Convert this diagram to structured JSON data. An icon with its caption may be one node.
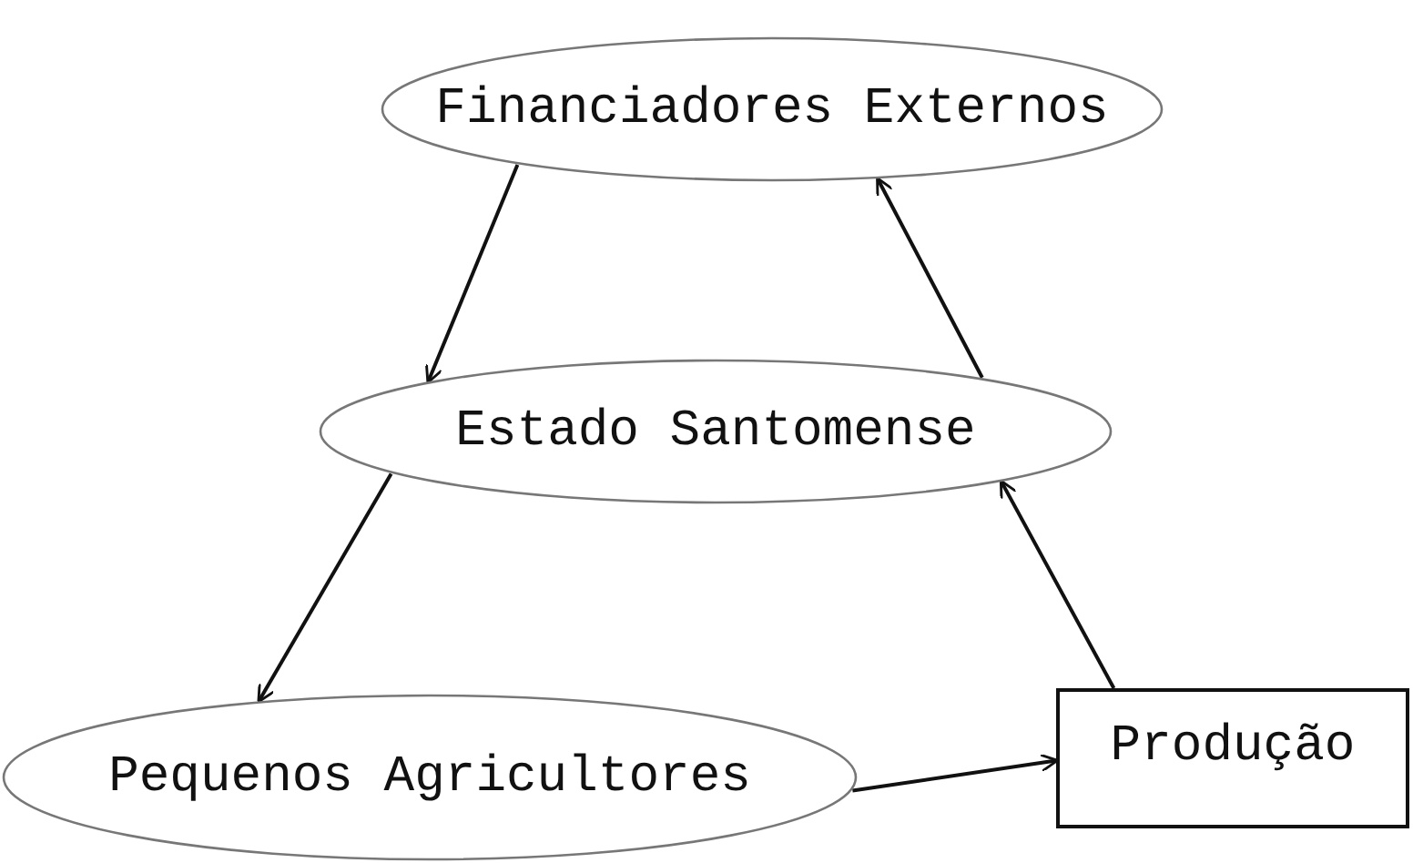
{
  "diagram": {
    "nodes": [
      {
        "text": [
          "Financiadores Externos"
        ]
      },
      {
        "text": [
          "Estado Santomense"
        ]
      },
      {
        "text": [
          "Pequenos Agricultores"
        ]
      },
      {
        "text": [
          "Produção"
        ]
      }
    ],
    "edges": [
      {
        "from": 0,
        "to": 1,
        "arrow": "to"
      },
      {
        "from": 1,
        "to": 2,
        "arrow": "to"
      },
      {
        "from": 2,
        "to": 3,
        "arrow": "to"
      },
      {
        "from": 3,
        "to": 1,
        "arrow": "to"
      },
      {
        "from": 1,
        "to": 0,
        "arrow": "to"
      }
    ]
  }
}
